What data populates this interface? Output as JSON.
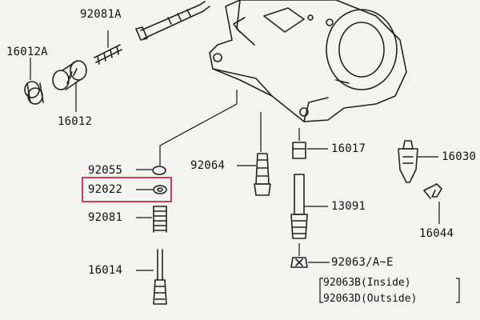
{
  "colors": {
    "background": "#f4f4f1",
    "ink": "#111111",
    "highlight": "#d23b5a"
  },
  "parts": {
    "p92081A": "92081A",
    "p16012A": "16012A",
    "p16012": "16012",
    "p92055": "92055",
    "p92022": "92022",
    "p92081": "92081",
    "p16014": "16014",
    "p92064": "92064",
    "p16017": "16017",
    "p13091": "13091",
    "p92063AE": "92063/A~E",
    "p16030": "16030",
    "p16044": "16044"
  },
  "sub_parts": [
    "92063B(Inside)",
    "92063D(Outside)"
  ],
  "highlighted_part": "92022"
}
